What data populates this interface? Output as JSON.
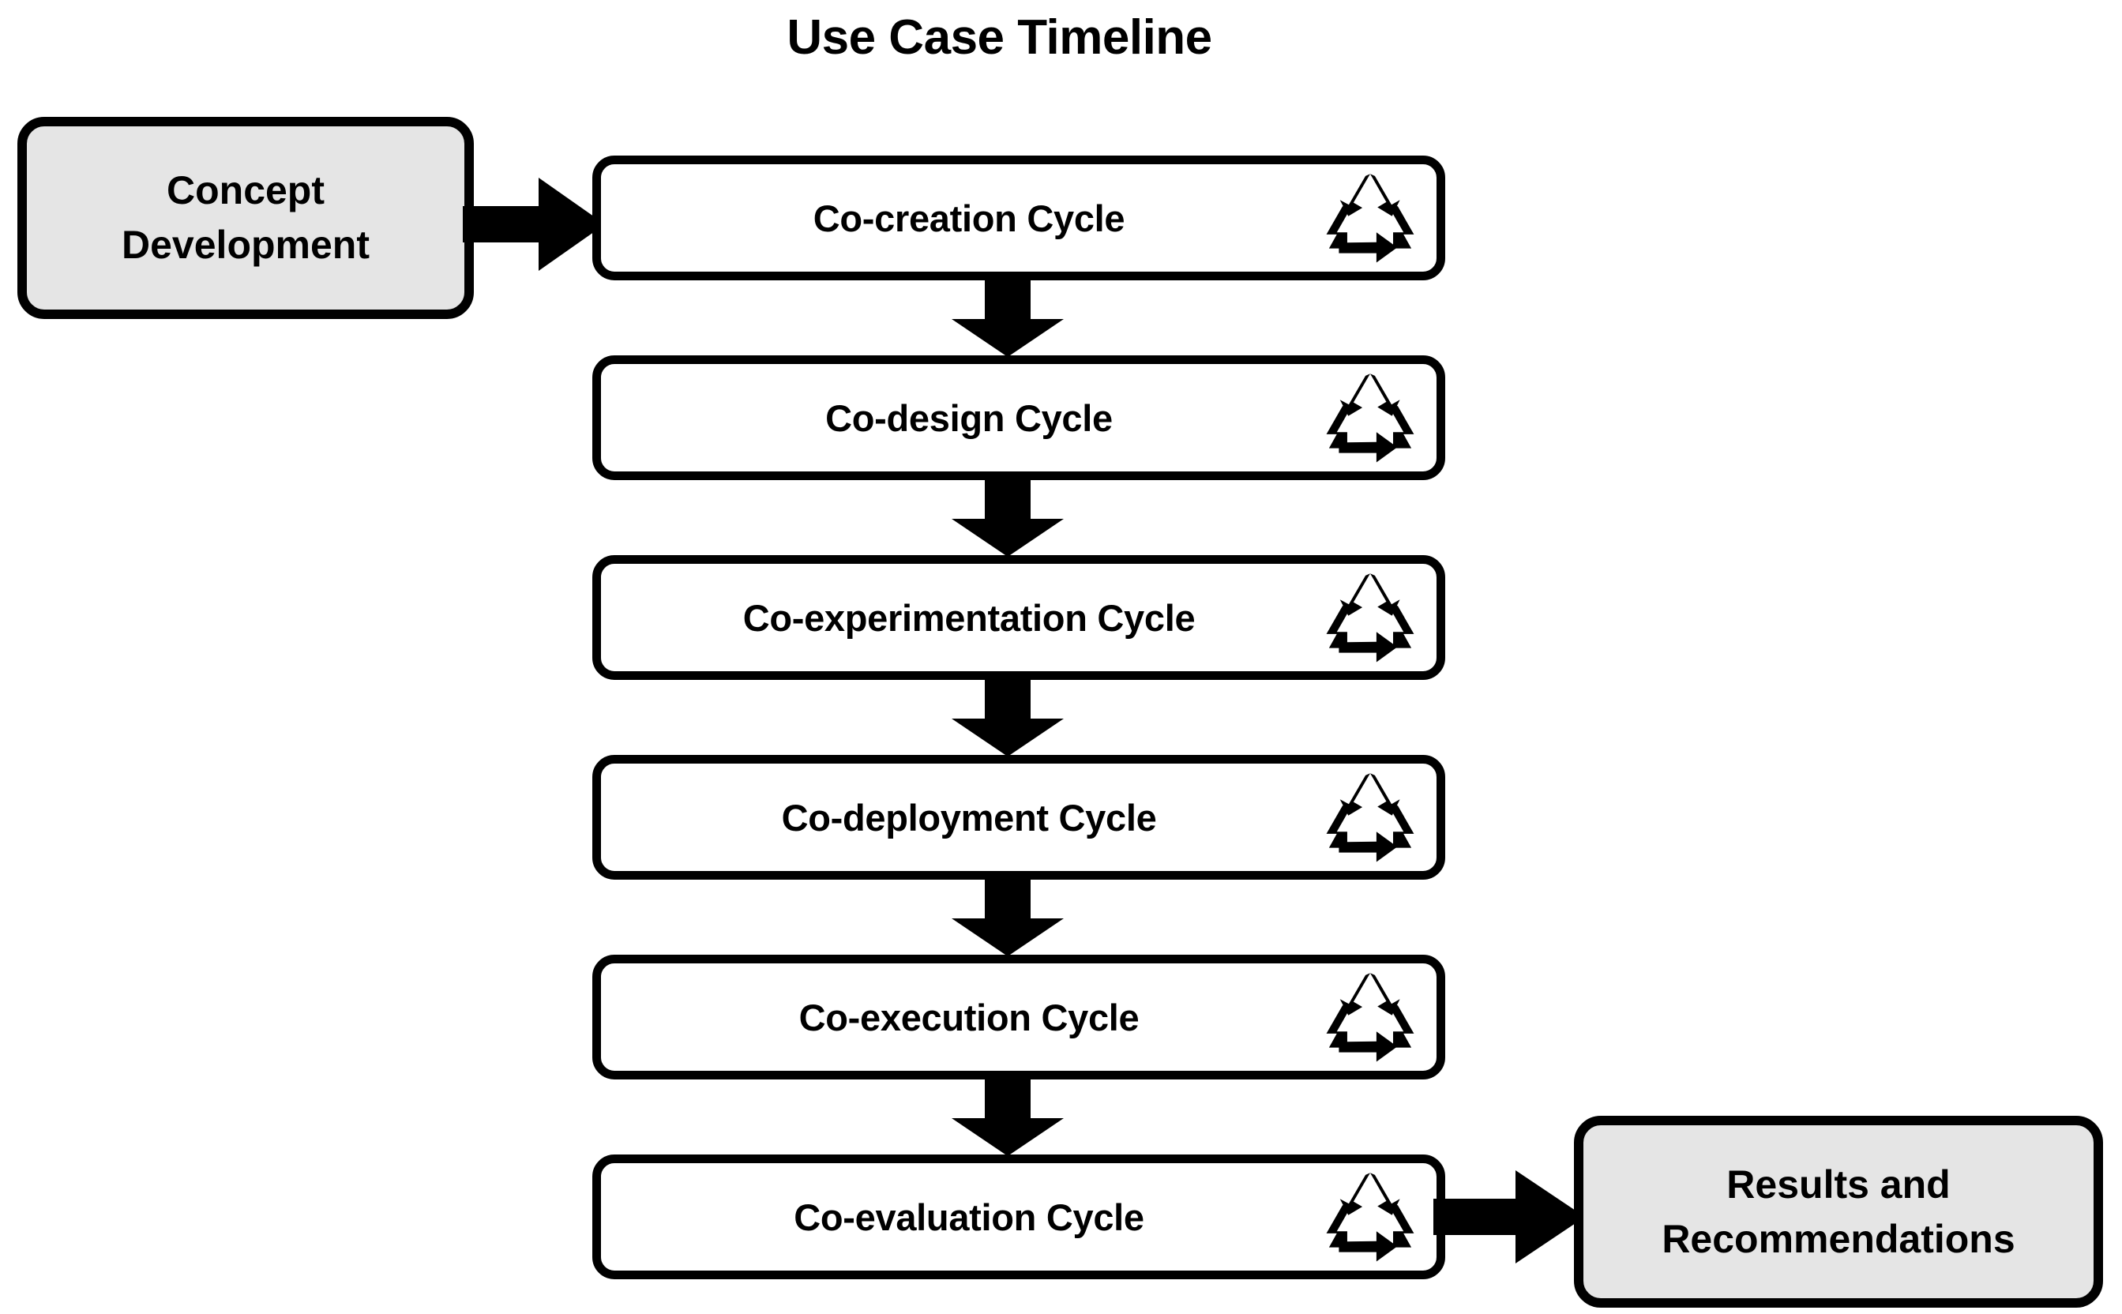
{
  "title": "Use Case Timeline",
  "colors": {
    "terminal_fill": "#e5e5e5",
    "stroke": "#000000",
    "cycle_fill": "#ffffff"
  },
  "terminals": {
    "start": {
      "name": "concept-development",
      "line1": "Concept",
      "line2": "Development"
    },
    "end": {
      "name": "results-and-recommendations",
      "line1": "Results and",
      "line2": "Recommendations"
    }
  },
  "cycles": [
    {
      "label": "Co-creation Cycle",
      "icon": "recycle-icon"
    },
    {
      "label": "Co-design Cycle",
      "icon": "recycle-icon"
    },
    {
      "label": "Co-experimentation Cycle",
      "icon": "recycle-icon"
    },
    {
      "label": "Co-deployment Cycle",
      "icon": "recycle-icon"
    },
    {
      "label": "Co-execution Cycle",
      "icon": "recycle-icon"
    },
    {
      "label": "Co-evaluation Cycle",
      "icon": "recycle-icon"
    }
  ],
  "connectors": [
    {
      "name": "arrow-concept-to-cocreation",
      "direction": "right"
    },
    {
      "name": "arrow-cocreation-to-codesign",
      "direction": "down"
    },
    {
      "name": "arrow-codesign-to-coexperimentation",
      "direction": "down"
    },
    {
      "name": "arrow-coexperimentation-to-codeployment",
      "direction": "down"
    },
    {
      "name": "arrow-codeployment-to-coexecution",
      "direction": "down"
    },
    {
      "name": "arrow-coexecution-to-coevaluation",
      "direction": "down"
    },
    {
      "name": "arrow-coevaluation-to-results",
      "direction": "right"
    }
  ]
}
